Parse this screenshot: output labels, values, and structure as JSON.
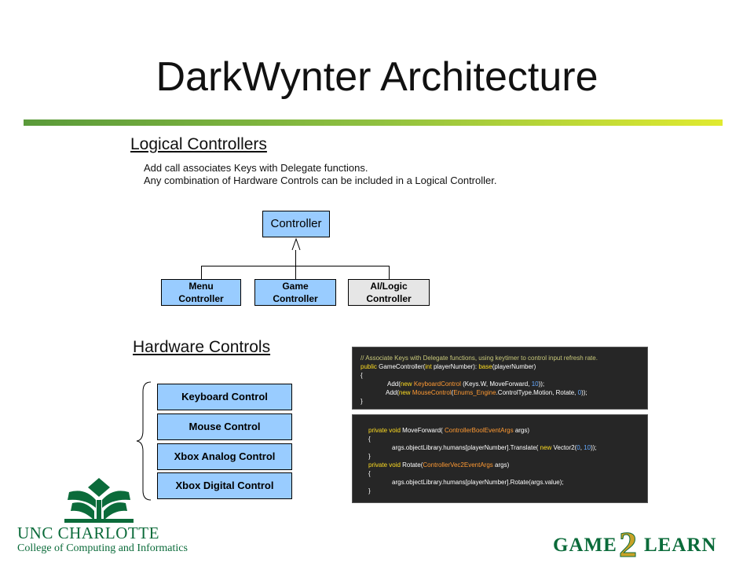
{
  "slide": {
    "title": "DarkWynter Architecture"
  },
  "logical": {
    "heading": "Logical Controllers",
    "lines": [
      "Add call associates Keys with Delegate functions.",
      "Any combination of Hardware Controls can be included in a Logical Controller."
    ],
    "root": "Controller",
    "children": [
      {
        "line1": "Menu",
        "line2": "Controller"
      },
      {
        "line1": "Game",
        "line2": "Controller"
      },
      {
        "line1": "AI/Logic",
        "line2": "Controller"
      }
    ]
  },
  "hardware": {
    "heading": "Hardware Controls",
    "items": [
      "Keyboard Control",
      "Mouse Control",
      "Xbox Analog Control",
      "Xbox Digital Control"
    ]
  },
  "code": {
    "top": {
      "comment": "// Associate Keys with Delegate functions, using keytimer to control input refresh rate.",
      "sig_kw": "public",
      "sig_name": "GameController(",
      "sig_type": "int",
      "sig_rest": "playerNumber): ",
      "sig_base": "base",
      "sig_end": "(playerNumber)",
      "open": "{",
      "add1_pre": "Add(",
      "add1_new": "new",
      "add1_cls": "KeyboardControl",
      "add1_args": "(Keys.W, MoveForward, ",
      "add1_num": "10",
      "add1_end": "));",
      "add2_pre": "Add(",
      "add2_new": "new",
      "add2_cls": "MouseControl",
      "add2_a": "(",
      "add2_enum": "Enums_Engine",
      "add2_b": ".ControlType.Motion, Rotate, ",
      "add2_num": "0",
      "add2_end": "));",
      "close": "}"
    },
    "bottom": {
      "m1_kw": "private void",
      "m1_name": "MoveForward(",
      "m1_cls": "ControllerBoolEventArgs",
      "m1_end": "args)",
      "m1_open": "{",
      "m1_body_a": "args.objectLibrary.humans[playerNumber].Translate(",
      "m1_new": "new",
      "m1_body_b": "Vector2(",
      "m1_n1": "0",
      "m1_comma": ", ",
      "m1_n2": "10",
      "m1_body_end": "));",
      "m1_close": "}",
      "m2_kw": "private void",
      "m2_name": "Rotate(",
      "m2_cls": "ControllerVec2EventArgs",
      "m2_end": "args)",
      "m2_open": "{",
      "m2_body": "args.objectLibrary.humans[playerNumber].Rotate(args.value);",
      "m2_close": "}"
    }
  },
  "footer": {
    "unc_name": "UNC CHARLOTTE",
    "unc_sub": "College of Computing and Informatics",
    "g2l_left": "GAME",
    "g2l_num": "2",
    "g2l_right": "LEARN"
  },
  "colors": {
    "box_fill": "#99ccff",
    "box_light": "#e6e6e6",
    "unc_green": "#0b6b3a",
    "accent_gold": "#c9a227"
  }
}
